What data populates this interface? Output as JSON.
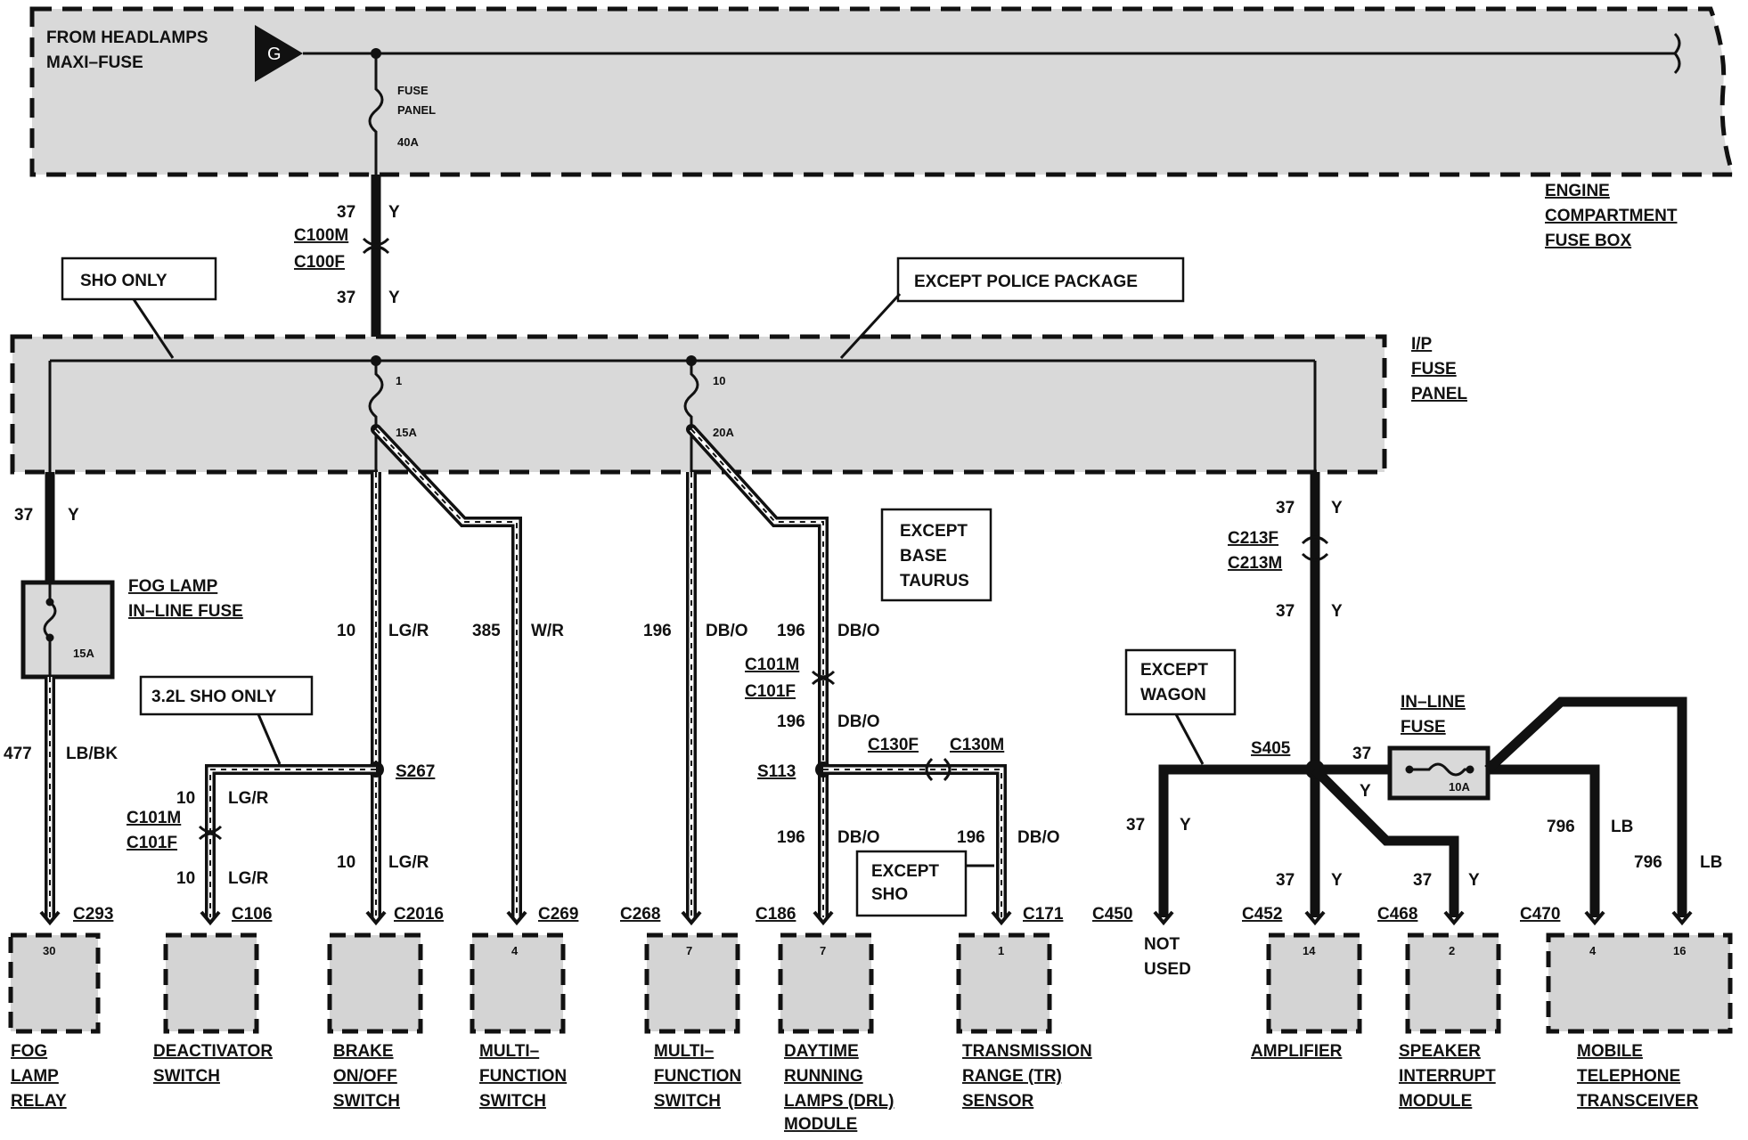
{
  "engine_box": {
    "source_line1": "FROM HEADLAMPS",
    "source_line2": "MAXI–FUSE",
    "ground_symbol": "G",
    "fuse_panel_line1": "FUSE",
    "fuse_panel_line2": "PANEL",
    "fuse_rating": "40A",
    "label_line1": "ENGINE",
    "label_line2": "COMPARTMENT",
    "label_line3": "FUSE BOX"
  },
  "ip_panel": {
    "label_line1": "I/P",
    "label_line2": "FUSE",
    "label_line3": "PANEL",
    "fuse1_number": "1",
    "fuse1_rating": "15A",
    "fuse2_number": "10",
    "fuse2_rating": "20A"
  },
  "notes": {
    "sho_only": "SHO ONLY",
    "except_police": "EXCEPT POLICE PACKAGE",
    "except_base_1": "EXCEPT",
    "except_base_2": "BASE",
    "except_base_3": "TAURUS",
    "sho32": "3.2L SHO ONLY",
    "except_wagon_1": "EXCEPT",
    "except_wagon_2": "WAGON",
    "except_sho_1": "EXCEPT",
    "except_sho_2": "SHO"
  },
  "connectors": {
    "c100m": "C100M",
    "c100f": "C100F",
    "c213f": "C213F",
    "c213m": "C213M",
    "c101m_a": "C101M",
    "c101f_a": "C101F",
    "c101m_b": "C101M",
    "c101f_b": "C101F",
    "c130f": "C130F",
    "c130m": "C130M",
    "s267": "S267",
    "s113": "S113",
    "s405": "S405",
    "c293": "C293",
    "c106": "C106",
    "c2016": "C2016",
    "c269": "C269",
    "c268": "C268",
    "c186": "C186",
    "c171": "C171",
    "c450": "C450",
    "c452": "C452",
    "c468": "C468",
    "c470": "C470"
  },
  "wires": {
    "main_top_num": "37",
    "main_top_color": "Y",
    "main_mid_num": "37",
    "main_mid_color": "Y",
    "fog_feed_num": "37",
    "fog_feed_color": "Y",
    "fog_out_num": "477",
    "fog_out_color": "LB/BK",
    "lgr_main_num": "10",
    "lgr_main_color": "LG/R",
    "lgr_branch_num": "10",
    "lgr_branch_color": "LG/R",
    "lgr_branch2_num": "10",
    "lgr_branch2_color": "LG/R",
    "lgr_low_num": "10",
    "lgr_low_color": "LG/R",
    "wr_num": "385",
    "wr_color": "W/R",
    "dbo_left_num": "196",
    "dbo_left_color": "DB/O",
    "dbo_right_num": "196",
    "dbo_right_color": "DB/O",
    "dbo_mid_num": "196",
    "dbo_mid_color": "DB/O",
    "dbo_low_num": "196",
    "dbo_low_color": "DB/O",
    "dbo_sensor_num": "196",
    "dbo_sensor_color": "DB/O",
    "right_top_num": "37",
    "right_top_color": "Y",
    "right_mid_num": "37",
    "right_mid_color": "Y",
    "inline_in_num": "37",
    "inline_in_color": "Y",
    "wagon_num": "37",
    "wagon_color": "Y",
    "amp_num": "37",
    "amp_color": "Y",
    "spk_num": "37",
    "spk_color": "Y",
    "lb1_num": "796",
    "lb1_color": "LB",
    "lb2_num": "796",
    "lb2_color": "LB"
  },
  "fog_fuse": {
    "line1": "FOG LAMP",
    "line2": "IN–LINE FUSE",
    "rating": "15A"
  },
  "inline_fuse": {
    "line1": "IN–LINE",
    "line2": "FUSE",
    "rating": "10A"
  },
  "not_used": {
    "line1": "NOT",
    "line2": "USED"
  },
  "components": {
    "fog_relay": {
      "pin": "30",
      "line1": "FOG",
      "line2": "LAMP",
      "line3": "RELAY"
    },
    "deactivator": {
      "line1": "DEACTIVATOR",
      "line2": "SWITCH"
    },
    "brake": {
      "line1": "BRAKE",
      "line2": "ON/OFF",
      "line3": "SWITCH"
    },
    "multi1": {
      "pin": "4",
      "line1": "MULTI–",
      "line2": "FUNCTION",
      "line3": "SWITCH"
    },
    "multi2": {
      "pin": "7",
      "line1": "MULTI–",
      "line2": "FUNCTION",
      "line3": "SWITCH"
    },
    "drl": {
      "pin": "7",
      "line1": "DAYTIME",
      "line2": "RUNNING",
      "line3": "LAMPS (DRL)",
      "line4": "MODULE"
    },
    "tr": {
      "pin": "1",
      "line1": "TRANSMISSION",
      "line2": "RANGE (TR)",
      "line3": "SENSOR"
    },
    "amp": {
      "pin": "14",
      "line1": "AMPLIFIER"
    },
    "speaker": {
      "pin": "2",
      "line1": "SPEAKER",
      "line2": "INTERRUPT",
      "line3": "MODULE"
    },
    "mobile": {
      "pin1": "4",
      "pin2": "16",
      "line1": "MOBILE",
      "line2": "TELEPHONE",
      "line3": "TRANSCEIVER"
    }
  }
}
